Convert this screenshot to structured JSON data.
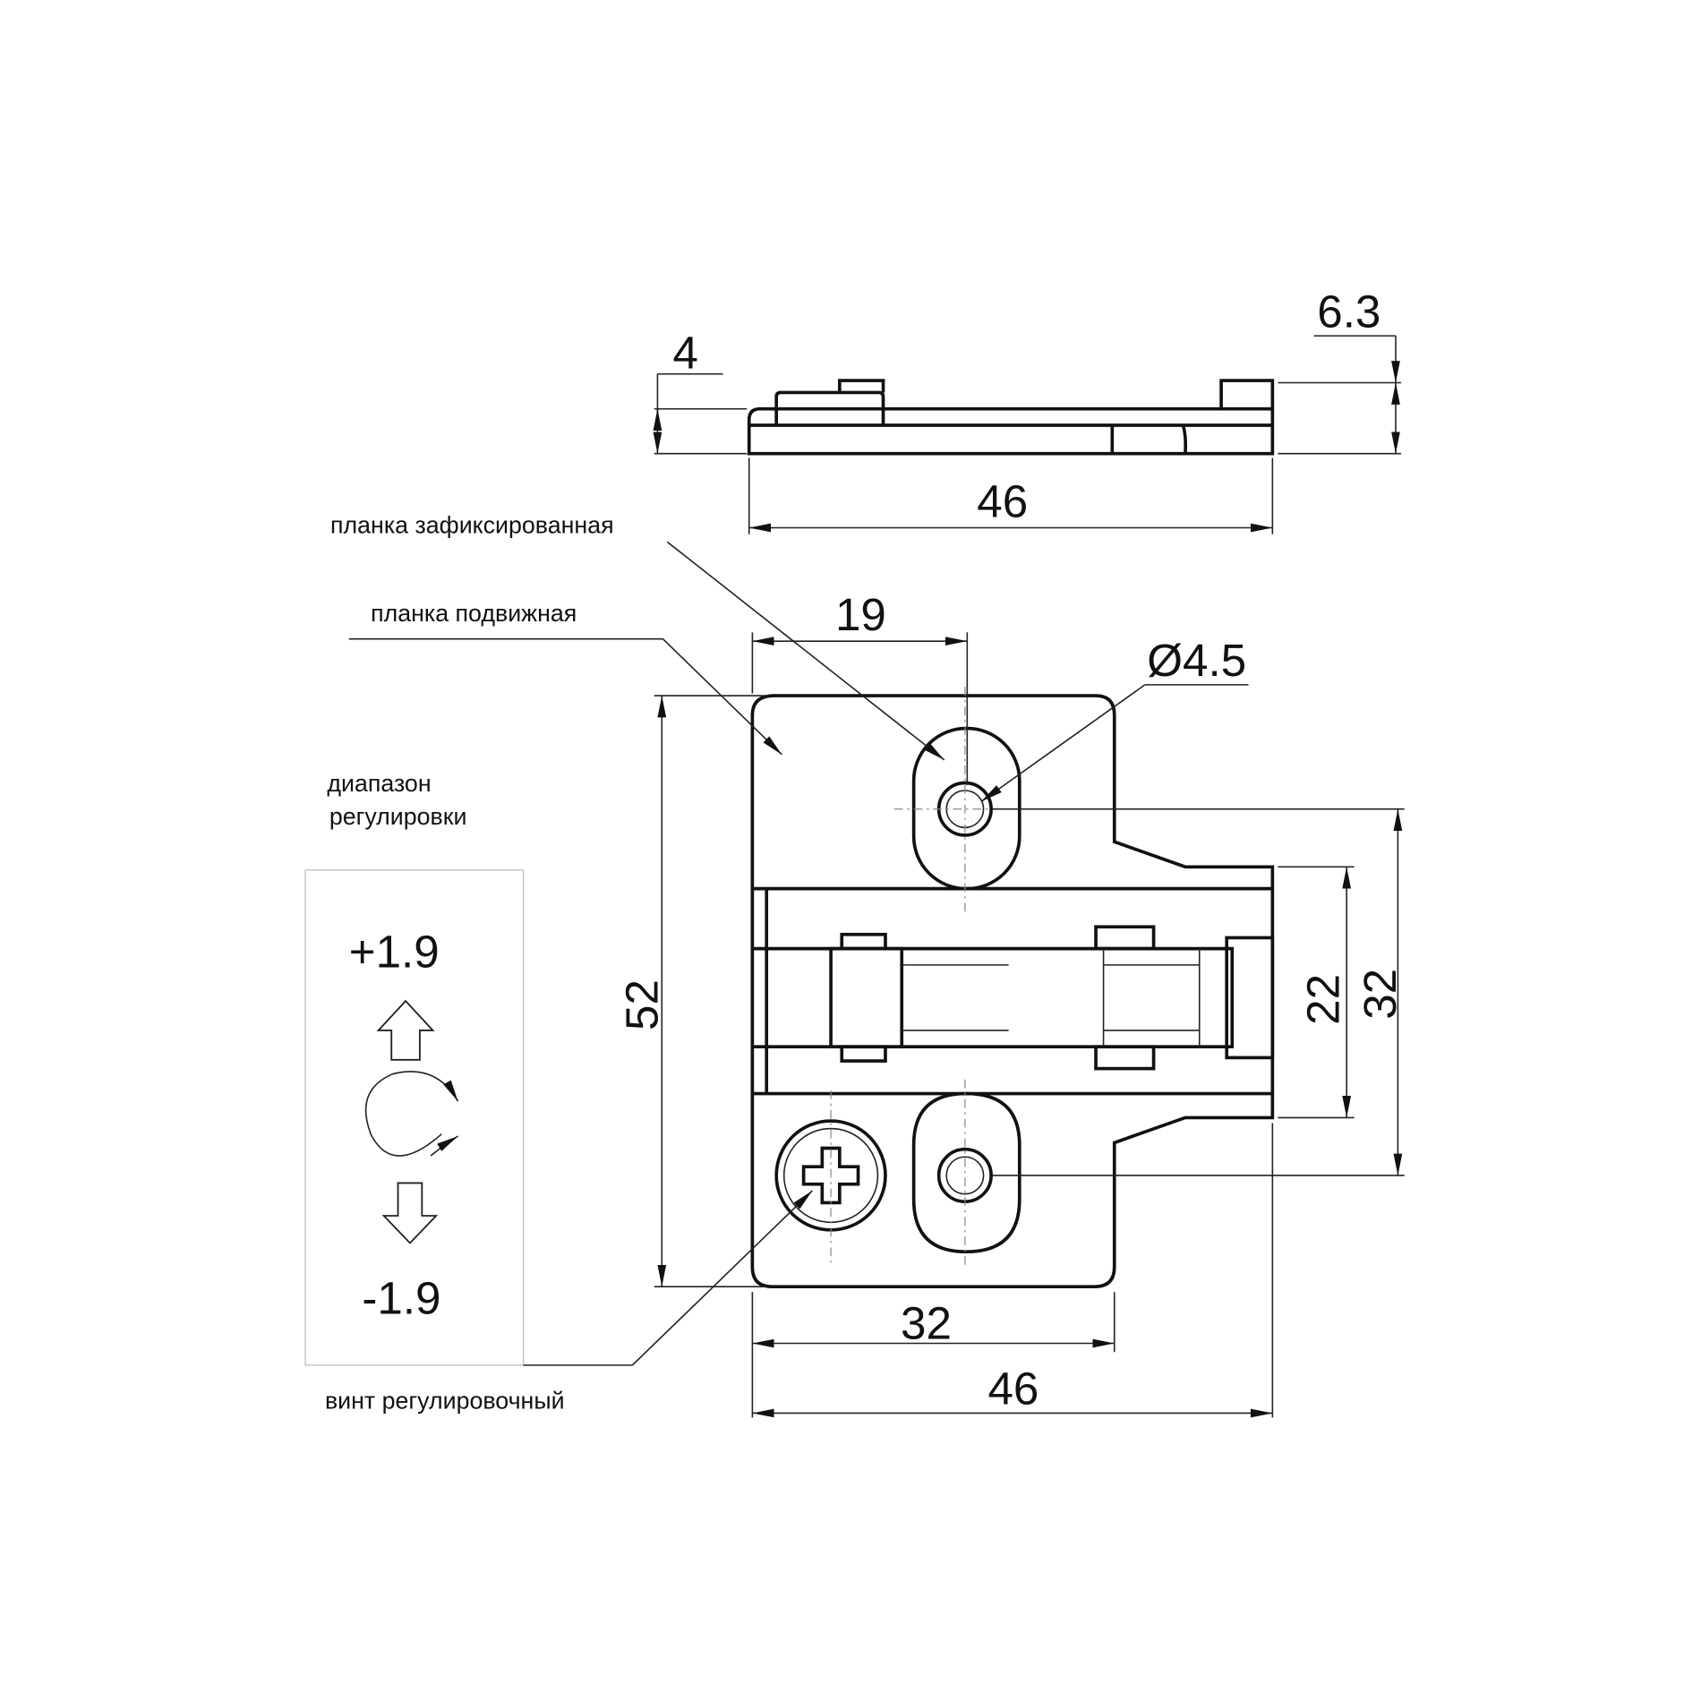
{
  "dimensions": {
    "side_thickness": "4",
    "side_height": "6.3",
    "side_width": "46",
    "hole_offset": "19",
    "hole_diameter": "Ø4.5",
    "height": "52",
    "hole_spacing_h": "32",
    "width": "46",
    "rail_width": "22",
    "hole_spacing_v": "32"
  },
  "labels": {
    "fixed_plate": "планка зафиксированная",
    "movable_plate": "планка подвижная",
    "range_line1": "диапазон",
    "range_line2": "регулировки",
    "adjust_screw": "винт  регулировочный"
  },
  "adjustment": {
    "plus": "+1.9",
    "minus": "-1.9"
  }
}
